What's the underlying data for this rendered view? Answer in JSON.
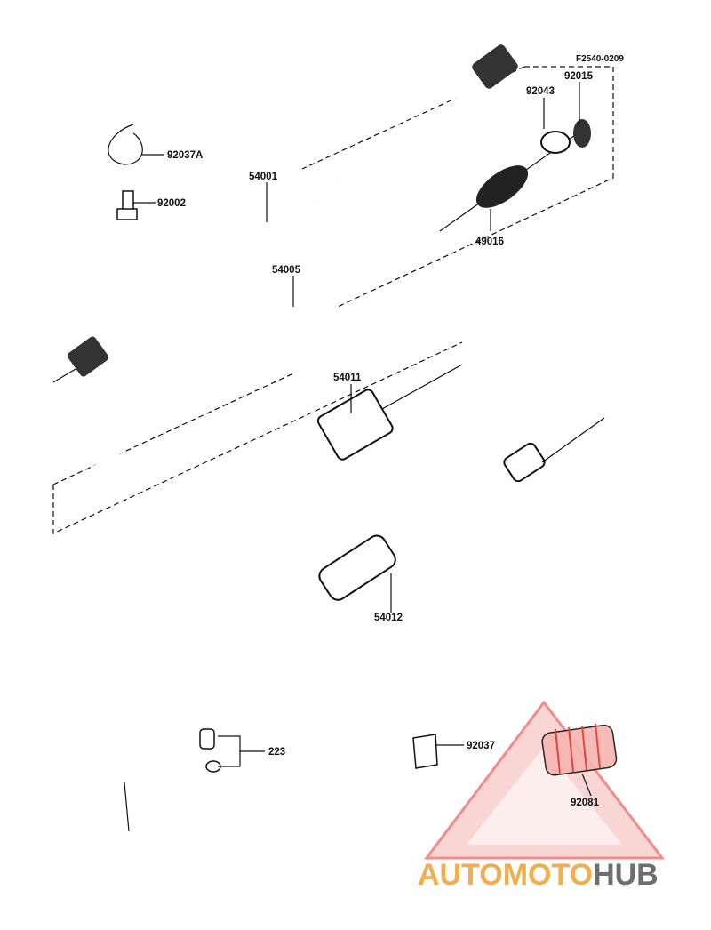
{
  "diagram_code": "F2540-0209",
  "parts": {
    "p92037A": "92037A",
    "p92002": "92002",
    "p54001": "54001",
    "p54005": "54005",
    "p92043": "92043",
    "p92015": "92015",
    "p49016": "49016",
    "p54011": "54011",
    "p54012": "54012",
    "p223": "223",
    "p92037": "92037",
    "p92081": "92081"
  },
  "watermark": {
    "part1": "AUTOMOTO",
    "part2": "HUB",
    "color_primary": "#e8302f",
    "color_secondary": "#555555",
    "color_accent": "#f0a030"
  }
}
